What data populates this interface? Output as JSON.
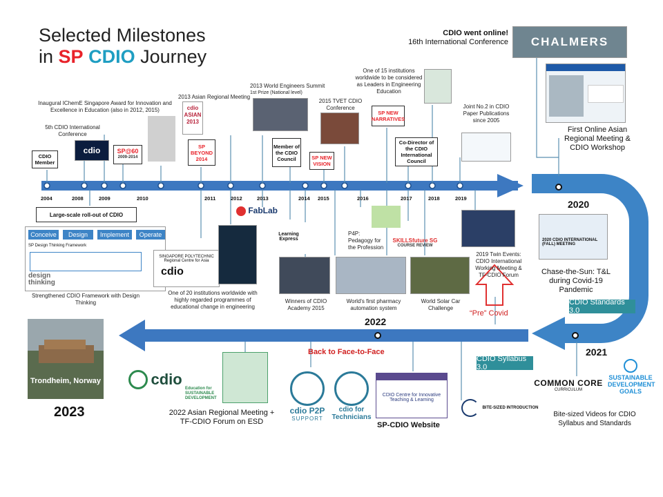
{
  "title": {
    "line1": "Selected Milestones",
    "line2_pre": "in ",
    "line2_sp": "SP",
    "line2_cdio": "CDIO",
    "line2_post": " Journey"
  },
  "top_right": {
    "online_title": "CDIO went online!",
    "conference_line": "16th International Conference",
    "chalmers": "CHALMERS",
    "online_meeting": "First Online Asian Regional Meeting & CDIO Workshop"
  },
  "upper_notes": {
    "icheme": "Inaugural IChemE Singapore Award for Innovation and Excellence in Education (also in 2012, 2015)",
    "fifth_conf": "5th CDIO International Conference",
    "asian2013": "2013 Asian Regional Meeting",
    "wes2013": "2013 World Engineers Summit",
    "wes_prize": "1st Prize (National level)",
    "tvet": "2015 TVET CDIO Conference",
    "one15": "One of 15 institutions worldwide to be considered as Leaders in Engineering Education",
    "joint2": "Joint No.2 in CDIO Paper Publications since 2005"
  },
  "boxes": {
    "cdio_member": "CDIO Member",
    "sp60": "SP@60",
    "sp60_sub": "2009-2014",
    "beyond": "SP BEYOND 2014",
    "council_member": "Member of the CDIO Council",
    "new_vision": "SP NEW VISION",
    "new_narratives": "SP NEW NARRATIVES",
    "co_director": "Co-Director of the CDIO International Council"
  },
  "years_top": [
    "2004",
    "2008",
    "2009",
    "2010",
    "2011",
    "2012",
    "2013",
    "2014",
    "2015",
    "2016",
    "2017",
    "2018",
    "2019"
  ],
  "lower_notes": {
    "rollout": "Large-scale roll-out of CDIO",
    "conceive": "Conceive",
    "design": "Design",
    "implement": "Implement",
    "operate": "Operate",
    "framework_title": "SP Design Thinking Framework",
    "design_thinking": "design thinking",
    "strengthened": "Strengthened CDIO Framework with Design Thinking",
    "sp_poly": "SINGAPORE POLYTECHNIC",
    "regional_centre": "Regional Centre for Asia",
    "one20": "One of 20 institutions worldwide with highly regarded programmes of educational change in engineering",
    "fablab": "FabLab",
    "learning_express": "Learning Express",
    "p4p": "P4P: Pedagogy for the Profession",
    "skills": "SKILLSfuture SG",
    "course_review": "COURSE REVIEW",
    "winners": "Winners of CDIO Academy 2015",
    "pharmacy": "World's first pharmacy automation system",
    "solar": "World Solar Car Challenge",
    "twin": "2019 Twin Events: CDIO International Working Meeting & TF-CDIO Forum",
    "pre_covid": "“Pre” Covid"
  },
  "right_side": {
    "y2020": "2020",
    "y2021": "2021",
    "chase": "Chase-the-Sun: T&L during Covid-19 Pandemic",
    "fall_meeting": "2020 CDIO INTERNATIONAL (FALL) MEETING",
    "standards": "CDIO Standards 3.0",
    "syllabus": "CDIO Syllabus 3.0",
    "common_core": "COMMON CORE",
    "curriculum": "CURRICULUM",
    "sdg": "SUSTAINABLE DEVELOPMENT GOALS",
    "bite": "Bite-sized Videos for CDIO Syllabus and Standards",
    "bite_logo": "BITE-SIZED INTRODUCTION"
  },
  "bottom": {
    "y2022": "2022",
    "back": "Back to Face-to-Face",
    "trondheim": "Trondheim, Norway",
    "y2023": "2023",
    "esd_logo_main": "cdio",
    "esd_logo_sub": "Education for SUSTAINABLE DEVELOPMENT",
    "asian2022": "2022 Asian Regional Meeting + TF-CDIO Forum on ESD",
    "p2p": "cdio P2P",
    "support": "SUPPORT",
    "technicians": "cdio for Technicians",
    "website_title": "CDIO Centre for Innovative Teaching & Learning",
    "website": "SP-CDIO Website"
  }
}
